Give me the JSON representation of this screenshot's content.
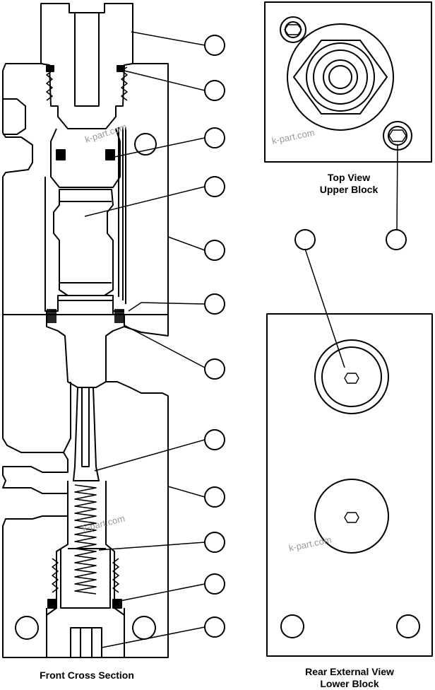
{
  "captions": {
    "front": "Front Cross Section",
    "top_line1": "Top View",
    "top_line2": "Upper Block",
    "rear_line1": "Rear External View",
    "rear_line2": "Lower Block"
  },
  "watermark": "k-part.com",
  "colors": {
    "line": "#000000",
    "background": "#ffffff",
    "watermark": "#9a9a9a"
  }
}
